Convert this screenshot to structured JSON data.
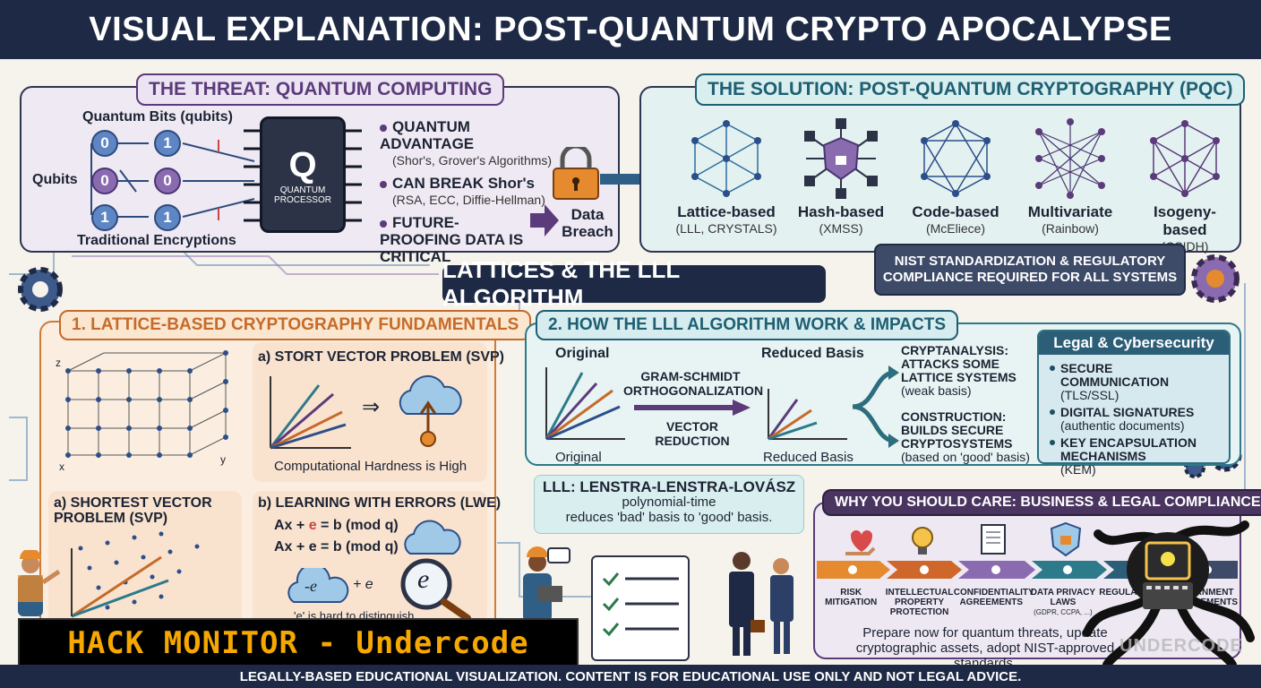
{
  "title": "VISUAL EXPLANATION: POST-QUANTUM CRYPTO APOCALYPSE",
  "threat": {
    "heading": "THE THREAT: QUANTUM COMPUTING",
    "quantum_bits_label": "Quantum Bits (qubits)",
    "qubits_label": "Qubits",
    "traditional_label": "Traditional Encryptions",
    "qubit_values": [
      "0",
      "1",
      "0",
      "0",
      "1",
      "1"
    ],
    "chip_letter": "Q",
    "chip_label": "QUANTUM PROCESSOR",
    "bullets": [
      {
        "head": "QUANTUM ADVANTAGE",
        "sub": "(Shor's, Grover's Algorithms)"
      },
      {
        "head": "CAN BREAK Shor's",
        "sub": "(RSA, ECC, Diffie-Hellman)"
      },
      {
        "head": "FUTURE-PROOFING DATA IS CRITICAL",
        "sub": ""
      }
    ],
    "data_breach": "Data Breach"
  },
  "solution": {
    "heading": "THE SOLUTION: POST-QUANTUM CRYPTOGRAPHY (PQC)",
    "items": [
      {
        "name": "Lattice-based",
        "sub": "(LLL, CRYSTALS)"
      },
      {
        "name": "Hash-based",
        "sub": "(XMSS)"
      },
      {
        "name": "Code-based",
        "sub": "(McEliece)"
      },
      {
        "name": "Multivariate",
        "sub": "(Rainbow)"
      },
      {
        "name": "Isogeny-based",
        "sub": "(CSIDH)"
      }
    ],
    "nist": "NIST STANDARDIZATION & REGULATORY COMPLIANCE REQUIRED FOR ALL SYSTEMS"
  },
  "lattice_title": "LATTICES & THE LLL ALGORITHM",
  "fundamentals": {
    "heading": "1. LATTICE-BASED CRYPTOGRAPHY FUNDAMENTALS",
    "axis_z": "z",
    "axis_x": "x",
    "axis_y": "y",
    "svp_box_title": "a) STORT VECTOR PROBLEM (SVP)",
    "arrow": "⇒",
    "hardness": "Computational Hardness is High",
    "shortest_title": "a) SHORTEST VECTOR PROBLEM (SVP)",
    "lwe_title": "b) LEARNING WITH ERRORS (LWE)",
    "eq1_a": "Ax + ",
    "eq1_e": "e",
    "eq1_b": " = b (mod q)",
    "eq2": "Ax + e = b (mod q)",
    "cloud_e": "-e",
    "plus_e": "+ e",
    "lens_e": "e",
    "hidden_note": "'e' is hard to distinguish"
  },
  "lll": {
    "heading": "2. HOW THE LLL ALGORITHM WORK & IMPACTS",
    "original_top": "Original",
    "original_bottom": "Original",
    "gs": "GRAM-SCHMIDT ORTHOGONALIZATION",
    "vector_reduction": "VECTOR REDUCTION",
    "reduced_top": "Reduced Basis",
    "reduced_bottom": "Reduced Basis",
    "cryptanalysis_head": "CRYPTANALYSIS: ATTACKS SOME LATTICE SYSTEMS",
    "cryptanalysis_sub": "(weak basis)",
    "construction_head": "CONSTRUCTION: BUILDS SECURE CRYPTOSYSTEMS",
    "construction_sub": "(based on 'good' basis)",
    "def_head": "LLL: LENSTRA-LENSTRA-LOVÁSZ",
    "def_line1": "polynomial-time",
    "def_line2": "reduces 'bad' basis to 'good' basis."
  },
  "legal": {
    "heading": "Legal & Cybersecurity",
    "items": [
      {
        "head": "SECURE COMMUNICATION",
        "sub": "(TLS/SSL)"
      },
      {
        "head": "DIGITAL SIGNATURES",
        "sub": "(authentic documents)"
      },
      {
        "head": "KEY ENCAPSULATION MECHANISMS",
        "sub": "(KEM)"
      }
    ]
  },
  "care": {
    "heading": "WHY YOU SHOULD CARE: BUSINESS & LEGAL COMPLIANCE",
    "steps": [
      "RISK MITIGATION",
      "INTELLECTUAL PROPERTY PROTECTION",
      "CONFIDENTIALITY AGREEMENTS",
      "DATA PRIVACY LAWS",
      "REGULATIONS",
      "GOVERNMENT REQUIREMENTS"
    ],
    "step_sub": "(GDPR, CCPA, ...)",
    "summary": "Prepare now for quantum threats, update cryptographic assets, adopt NIST-approved standards."
  },
  "hack_banner": "HACK MONITOR - Undercode",
  "watermark": "UNDERCODE",
  "footer": "LEGALLY-BASED EDUCATIONAL VISUALIZATION. CONTENT IS FOR EDUCATIONAL USE ONLY AND NOT LEGAL ADVICE.",
  "colors": {
    "navy": "#1e2a45",
    "purple": "#5b3b7a",
    "teal": "#1e5f72",
    "orange": "#c56b2a",
    "banner_text": "#f6a800"
  }
}
